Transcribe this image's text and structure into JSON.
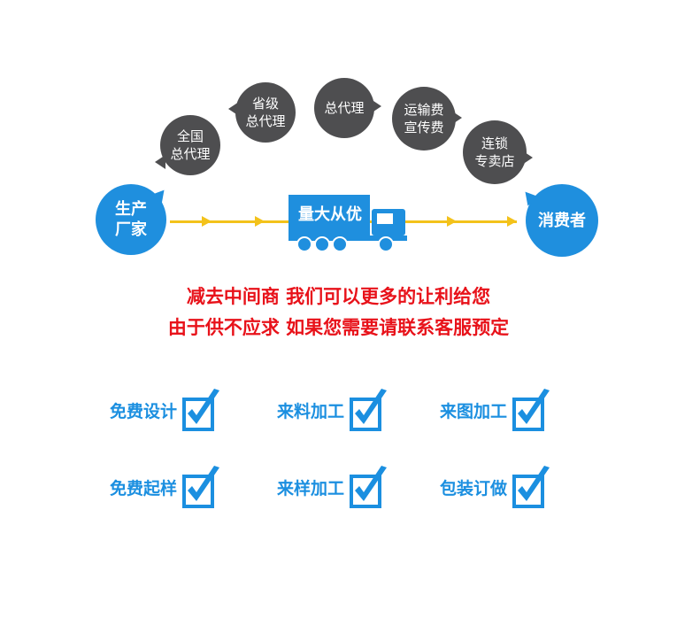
{
  "flow": {
    "producer_label_line1": "生产",
    "producer_label_line2": "厂家",
    "consumer_label": "消费者",
    "truck_label": "量大从优",
    "intermediaries": [
      {
        "line1": "全国",
        "line2": "总代理"
      },
      {
        "line1": "省级",
        "line2": "总代理"
      },
      {
        "line1": "总代理",
        "line2": ""
      },
      {
        "line1": "运输费",
        "line2": "宣传费"
      },
      {
        "line1": "连锁",
        "line2": "专卖店"
      }
    ]
  },
  "slogans": {
    "line1": "减去中间商 我们可以更多的让利给您",
    "line2": "由于供不应求 如果您需要请联系客服预定"
  },
  "services": [
    {
      "label": "免费设计"
    },
    {
      "label": "来料加工"
    },
    {
      "label": "来图加工"
    },
    {
      "label": "免费起样"
    },
    {
      "label": "来样加工"
    },
    {
      "label": "包装订做"
    }
  ],
  "colors": {
    "accent_blue": "#1f8fde",
    "bubble_gray": "#4e4e50",
    "arrow_yellow": "#f3c21b",
    "slogan_red": "#e8121a",
    "service_blue": "#1b8fe0"
  },
  "icons": {
    "check": "checkbox-checked-icon",
    "truck": "truck-icon"
  }
}
